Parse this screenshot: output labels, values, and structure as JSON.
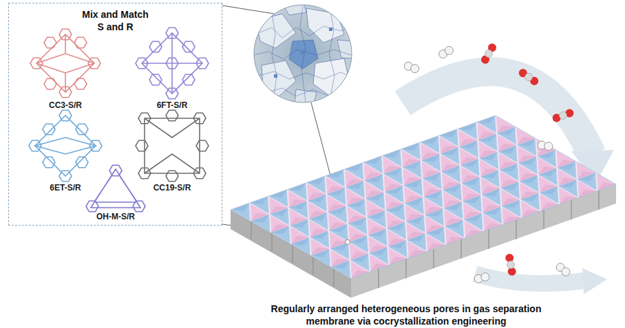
{
  "diagram": {
    "nodes": [
      {
        "text": [
          "Mix and Match S and R"
        ]
      }
    ],
    "labels": [
      "CC3-S/R",
      "6FT-S/R",
      "6ET-S/R",
      "CC19-S/R",
      "OH-M-S/R"
    ],
    "caption": "Regularly arranged heterogeneous pores in gas separation membrane via cocrystallization engineering"
  }
}
